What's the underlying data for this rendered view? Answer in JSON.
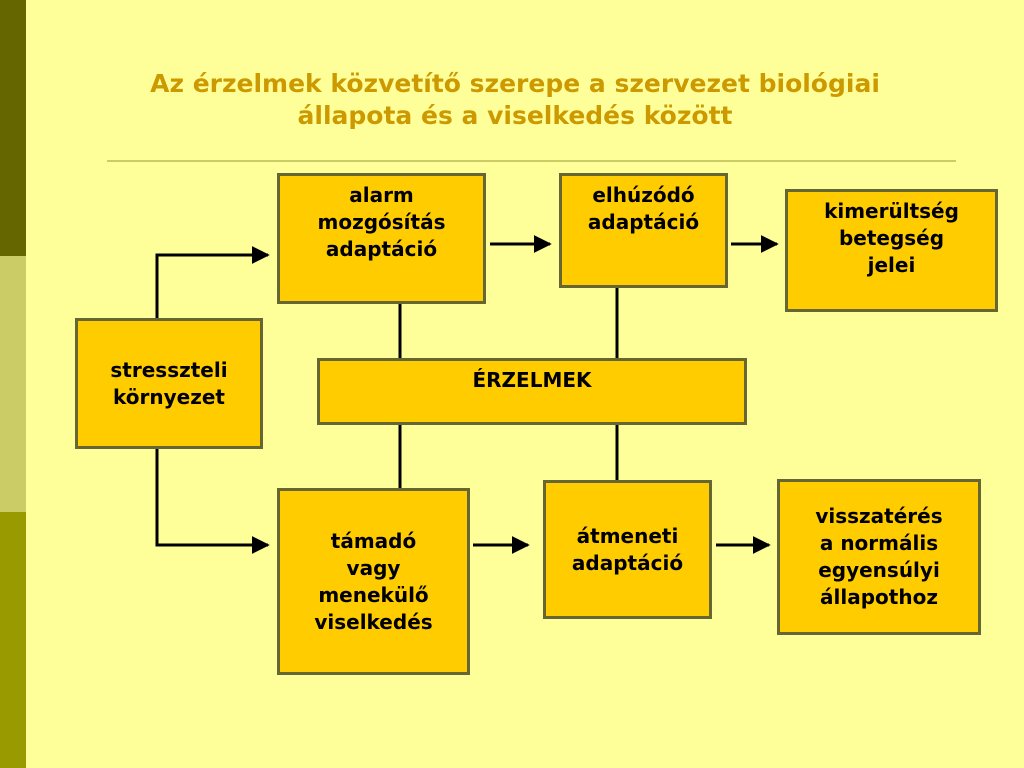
{
  "title": {
    "line1": "Az érzelmek közvetítő szerepe a szervezet biológiai",
    "line2": "állapota és a viselkedés között"
  },
  "colors": {
    "background": "#ffff99",
    "title": "#cc9900",
    "box_fill": "#ffcc00",
    "box_border": "#666633",
    "arrow": "#000000"
  },
  "boxes": {
    "stress": {
      "lines": [
        "stresszteli",
        "környezet"
      ]
    },
    "alarm": {
      "lines": [
        "alarm",
        "mozgósítás",
        "adaptáció"
      ]
    },
    "prolonged": {
      "lines": [
        "elhúzódó",
        "adaptáció"
      ]
    },
    "exhaustion": {
      "lines": [
        "kimerültség",
        "betegség",
        "jelei"
      ]
    },
    "emotions": {
      "lines": [
        "ÉRZELMEK"
      ]
    },
    "behavior": {
      "lines": [
        "támadó",
        "vagy",
        "menekülő",
        "viselkedés"
      ]
    },
    "transient": {
      "lines": [
        "átmeneti",
        "adaptáció"
      ]
    },
    "return": {
      "lines": [
        "visszatérés",
        "a normális",
        "egyensúlyi",
        "állapothoz"
      ]
    }
  }
}
